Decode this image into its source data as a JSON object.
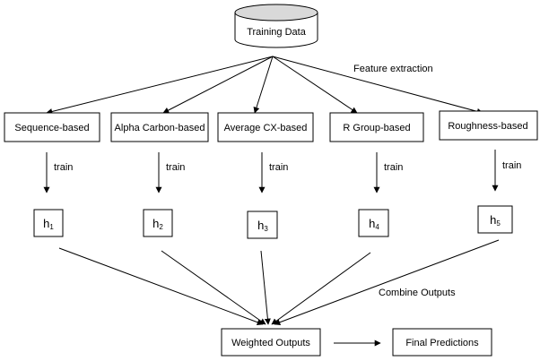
{
  "source": {
    "label": "Training Data"
  },
  "feature_label": "Feature extraction",
  "train_label": "train",
  "combine_label": "Combine Outputs",
  "features": [
    {
      "label": "Sequence-based"
    },
    {
      "label": "Alpha Carbon-based"
    },
    {
      "label": "Average CX-based"
    },
    {
      "label": "R Group-based"
    },
    {
      "label": "Roughness-based"
    }
  ],
  "hypotheses": [
    {
      "base": "h",
      "sub": "1"
    },
    {
      "base": "h",
      "sub": "2"
    },
    {
      "base": "h",
      "sub": "3"
    },
    {
      "base": "h",
      "sub": "4"
    },
    {
      "base": "h",
      "sub": "5"
    }
  ],
  "weighted": {
    "label": "Weighted Outputs"
  },
  "final": {
    "label": "Final Predictions"
  }
}
